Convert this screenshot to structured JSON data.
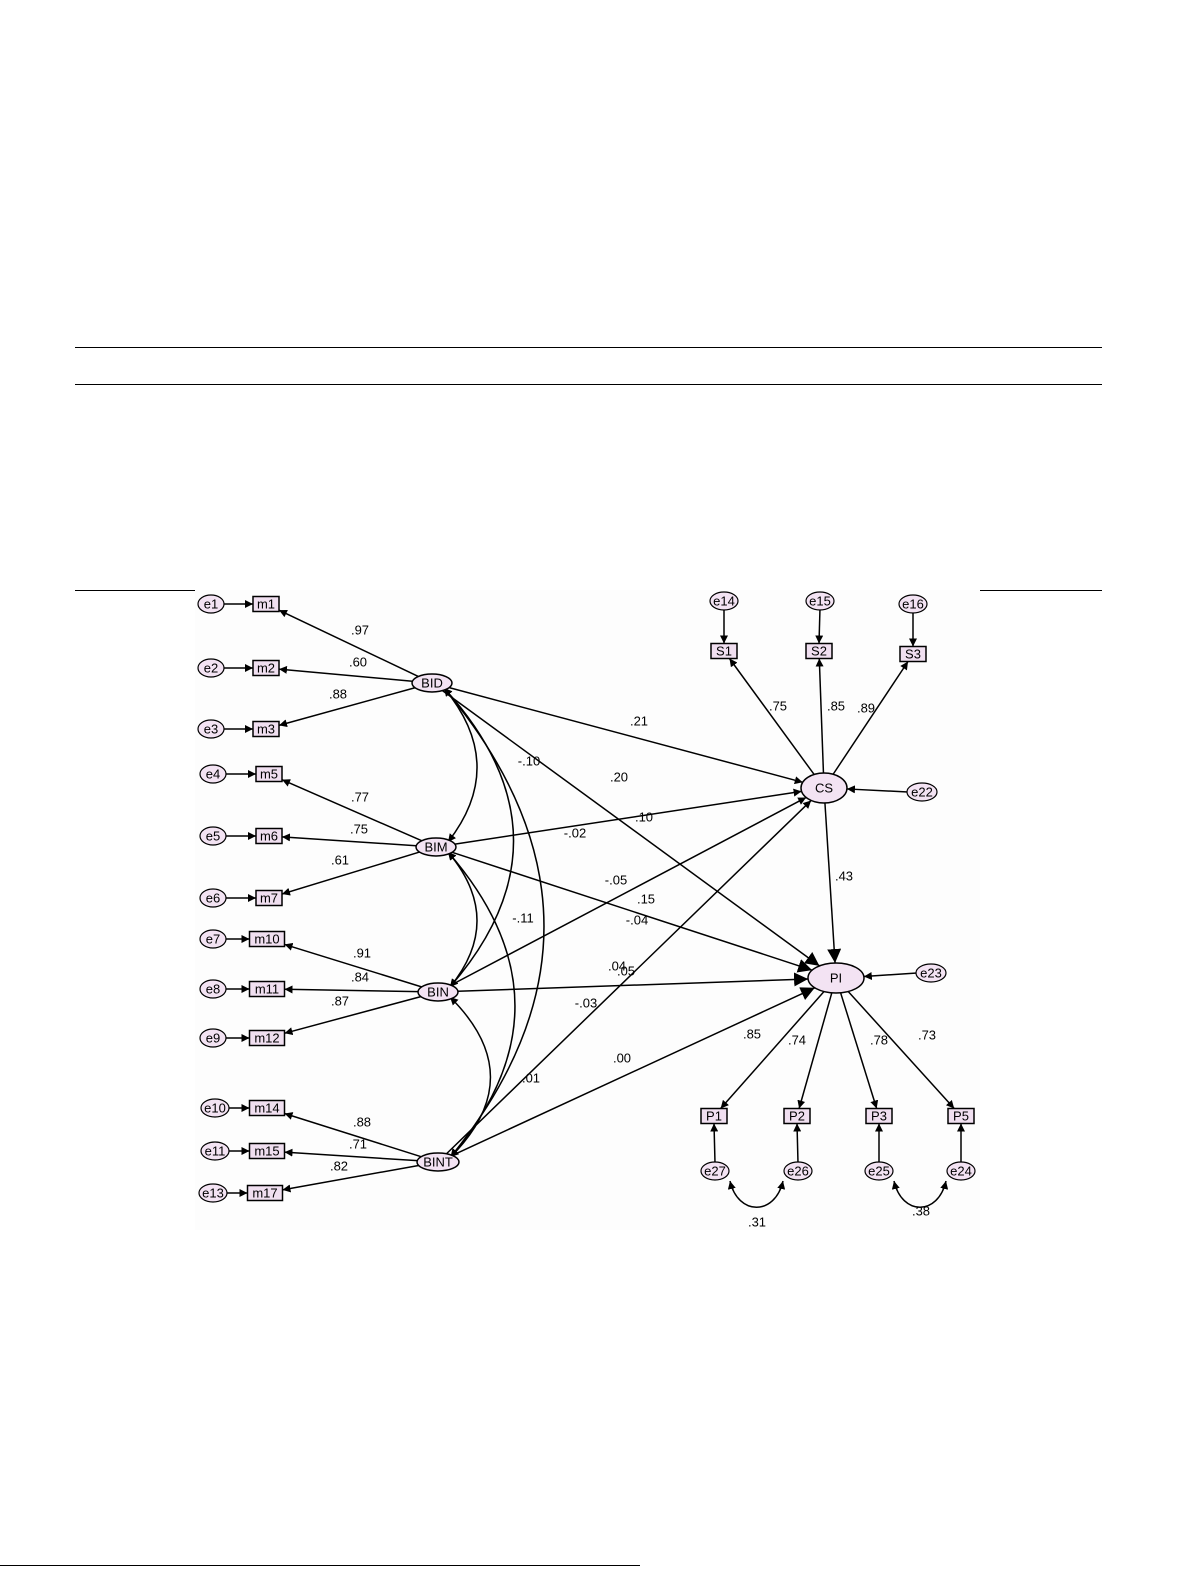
{
  "diagram": {
    "colors": {
      "node_fill": "#f0dff0",
      "line": "#000000",
      "background": "#ffffff"
    },
    "latent": [
      {
        "id": "BID",
        "label": "BID"
      },
      {
        "id": "BIM",
        "label": "BIM"
      },
      {
        "id": "BIN",
        "label": "BIN"
      },
      {
        "id": "BINT",
        "label": "BINT"
      },
      {
        "id": "CS",
        "label": "CS"
      },
      {
        "id": "PI",
        "label": "PI"
      }
    ],
    "indicators": [
      {
        "id": "m1",
        "label": "m1",
        "error": "e1",
        "factor": "BID",
        "loading": ".97"
      },
      {
        "id": "m2",
        "label": "m2",
        "error": "e2",
        "factor": "BID",
        "loading": ".60"
      },
      {
        "id": "m3",
        "label": "m3",
        "error": "e3",
        "factor": "BID",
        "loading": ".88"
      },
      {
        "id": "m5",
        "label": "m5",
        "error": "e4",
        "factor": "BIM",
        "loading": ".77"
      },
      {
        "id": "m6",
        "label": "m6",
        "error": "e5",
        "factor": "BIM",
        "loading": ".75"
      },
      {
        "id": "m7",
        "label": "m7",
        "error": "e6",
        "factor": "BIM",
        "loading": ".61"
      },
      {
        "id": "m10",
        "label": "m10",
        "error": "e7",
        "factor": "BIN",
        "loading": ".91"
      },
      {
        "id": "m11",
        "label": "m11",
        "error": "e8",
        "factor": "BIN",
        "loading": ".84"
      },
      {
        "id": "m12",
        "label": "m12",
        "error": "e9",
        "factor": "BIN",
        "loading": ".87"
      },
      {
        "id": "m14",
        "label": "m14",
        "error": "e10",
        "factor": "BINT",
        "loading": ".88"
      },
      {
        "id": "m15",
        "label": "m15",
        "error": "e11",
        "factor": "BINT",
        "loading": ".71"
      },
      {
        "id": "m17",
        "label": "m17",
        "error": "e13",
        "factor": "BINT",
        "loading": ".82"
      },
      {
        "id": "S1",
        "label": "S1",
        "error": "e14",
        "factor": "CS",
        "loading": ".75"
      },
      {
        "id": "S2",
        "label": "S2",
        "error": "e15",
        "factor": "CS",
        "loading": ".85"
      },
      {
        "id": "S3",
        "label": "S3",
        "error": "e16",
        "factor": "CS",
        "loading": ".89"
      },
      {
        "id": "P1",
        "label": "P1",
        "error": "e27",
        "factor": "PI",
        "loading": ".85"
      },
      {
        "id": "P2",
        "label": "P2",
        "error": "e26",
        "factor": "PI",
        "loading": ".74"
      },
      {
        "id": "P3",
        "label": "P3",
        "error": "e25",
        "factor": "PI",
        "loading": ".78"
      },
      {
        "id": "P5",
        "label": "P5",
        "error": "e24",
        "factor": "PI",
        "loading": ".73"
      }
    ],
    "disturbances": [
      {
        "id": "e22",
        "target": "CS"
      },
      {
        "id": "e23",
        "target": "PI"
      }
    ],
    "paths": [
      {
        "from": "BID",
        "to": "CS",
        "value": ".21"
      },
      {
        "from": "BID",
        "to": "PI",
        "value": ".20"
      },
      {
        "from": "BIM",
        "to": "CS",
        "value": ".10"
      },
      {
        "from": "BIM",
        "to": "PI",
        "value": ".15"
      },
      {
        "from": "BIN",
        "to": "CS",
        "value": "-.05"
      },
      {
        "from": "BIN",
        "to": "PI",
        "value": ".04"
      },
      {
        "from": "BINT",
        "to": "CS",
        "value": "-.04"
      },
      {
        "from": "BINT",
        "to": "PI",
        "value": ".00"
      },
      {
        "from": "CS",
        "to": "PI",
        "value": ".43"
      }
    ],
    "correlations": [
      {
        "a": "BID",
        "b": "BIM",
        "value": "-.10"
      },
      {
        "a": "BID",
        "b": "BIN",
        "value": "-.02"
      },
      {
        "a": "BID",
        "b": "BINT",
        "value": ".05"
      },
      {
        "a": "BIM",
        "b": "BIN",
        "value": "-.11"
      },
      {
        "a": "BIM",
        "b": "BINT",
        "value": "-.03"
      },
      {
        "a": "BIN",
        "b": "BINT",
        "value": ".01"
      },
      {
        "a": "e27",
        "b": "e26",
        "value": ".31"
      },
      {
        "a": "e25",
        "b": "e24",
        "value": ".38"
      }
    ]
  }
}
